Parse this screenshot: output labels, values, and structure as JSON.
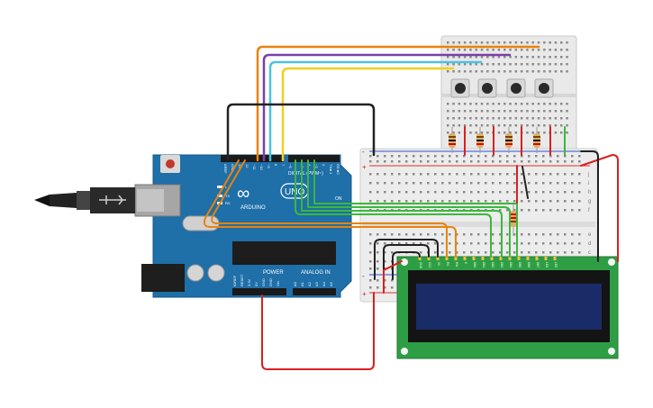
{
  "arduino": {
    "brand": "ARDUINO",
    "model": "UNO",
    "digital_label": "DIGITAL (PWM~)",
    "power_label": "POWER",
    "analog_label": "ANALOG IN",
    "on_label": "ON",
    "led_labels": [
      "L",
      "TX",
      "RX"
    ],
    "top_pins": [
      "AREF",
      "GND",
      "13",
      "12",
      "~11",
      "~10",
      "~9",
      "8",
      "7",
      "~6",
      "~5",
      "4",
      "~3",
      "2",
      "TX►1",
      "RX◄0"
    ],
    "power_pins": [
      "IOREF",
      "RESET",
      "3.3V",
      "5V",
      "GND",
      "GND",
      "Vin"
    ],
    "analog_pins": [
      "A0",
      "A1",
      "A2",
      "A3",
      "A4",
      "A5"
    ]
  },
  "lcd": {
    "pin_labels": [
      "GND",
      "VCC",
      "V0",
      "RS",
      "RW",
      "E",
      "DB0",
      "DB1",
      "DB2",
      "DB3",
      "DB4",
      "DB5",
      "DB6",
      "DB7",
      "LED",
      "LED"
    ]
  },
  "breadboard_main": {
    "row_letters_top": [
      "j",
      "i",
      "h",
      "g",
      "f"
    ],
    "row_letters_bottom": [
      "e",
      "d",
      "c",
      "b",
      "a"
    ],
    "plus": "+",
    "minus": "-"
  },
  "colors": {
    "board": "#1f6fa8",
    "wire_orange": "#e8830c",
    "wire_purple": "#7b3fa8",
    "wire_cyan": "#4ec1e0",
    "wire_yellow": "#f2cf22",
    "wire_green": "#3cb83c",
    "wire_red": "#d92020",
    "wire_black": "#222222",
    "lcd_pcb": "#2e9e44",
    "lcd_screen": "#1a2c68"
  }
}
